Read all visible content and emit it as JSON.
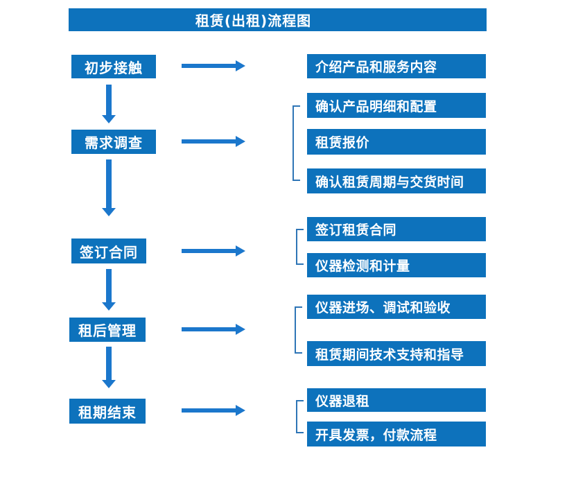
{
  "title": "租赁(出租)流程图",
  "colors": {
    "box": "#0D72BC",
    "arrow": "#1B77CC",
    "bracket": "#2E75B6",
    "text": "#FFFFFF",
    "background": "#FFFFFF"
  },
  "steps": [
    {
      "label": "初步接触",
      "details": [
        "介绍产品和服务内容"
      ]
    },
    {
      "label": "需求调查",
      "details": [
        "确认产品明细和配置",
        "租赁报价",
        "确认租赁周期与交货时间"
      ]
    },
    {
      "label": "签订合同",
      "details": [
        "签订租赁合同",
        "仪器检测和计量"
      ]
    },
    {
      "label": "租后管理",
      "details": [
        "仪器进场、调试和验收",
        "租赁期间技术支持和指导"
      ]
    },
    {
      "label": "租期结束",
      "details": [
        "仪器退租",
        "开具发票，付款流程"
      ]
    }
  ]
}
